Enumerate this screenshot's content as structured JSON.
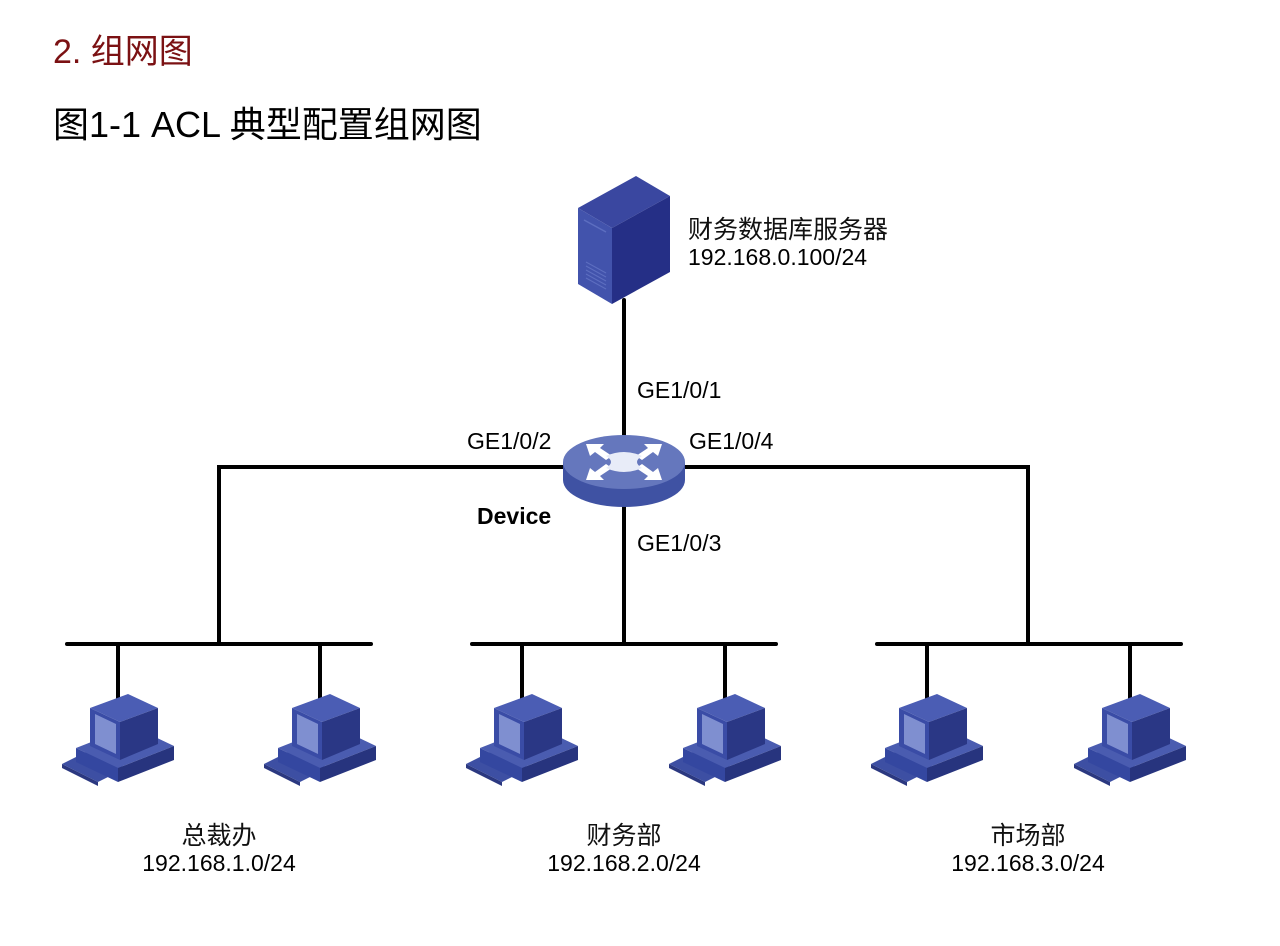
{
  "section_heading": "2. 组网图",
  "figure_title": "图1-1  ACL 典型配置组网图",
  "server": {
    "name": "财务数据库服务器",
    "ip": "192.168.0.100/24",
    "icon": "server-tower-icon"
  },
  "device": {
    "name": "Device",
    "icon": "switch-icon",
    "ports": {
      "up": "GE1/0/1",
      "left": "GE1/0/2",
      "down": "GE1/0/3",
      "right": "GE1/0/4"
    }
  },
  "departments": [
    {
      "name": "总裁办",
      "subnet": "192.168.1.0/24",
      "hosts": 2
    },
    {
      "name": "财务部",
      "subnet": "192.168.2.0/24",
      "hosts": 2
    },
    {
      "name": "市场部",
      "subnet": "192.168.3.0/24",
      "hosts": 2
    }
  ],
  "colors": {
    "heading": "#7b1113",
    "device_blue": "#5a6fb8",
    "host_blue": "#3d4fa3",
    "server_blue": "#2f3a8f",
    "link": "#000000"
  }
}
